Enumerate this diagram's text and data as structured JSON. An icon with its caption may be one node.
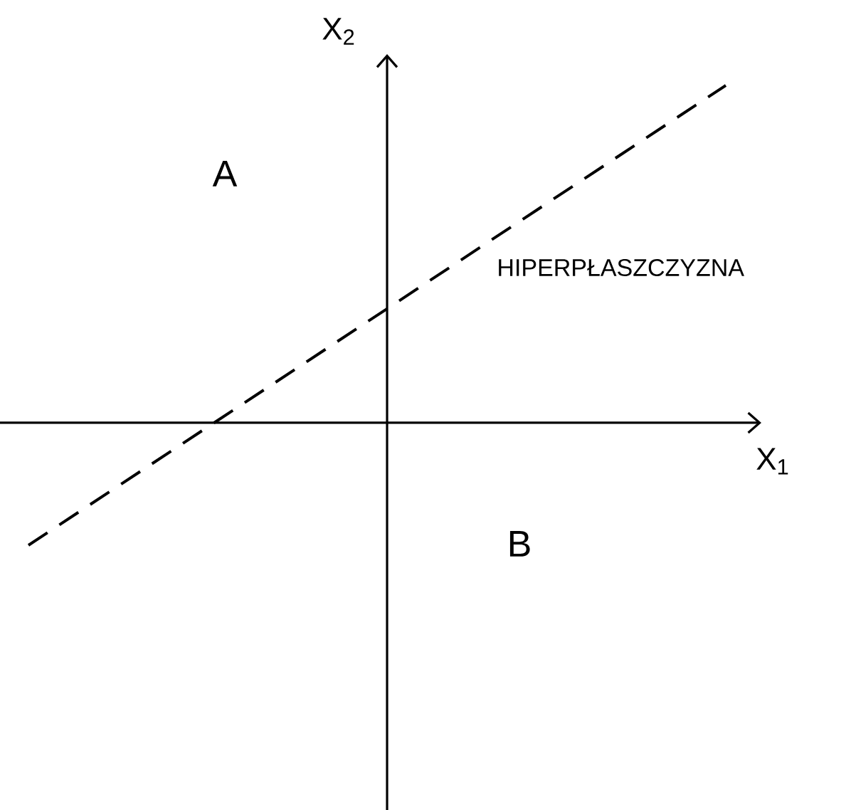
{
  "diagram": {
    "labels": [
      "X$_{2}$",
      "A",
      "HIPERPŁASZCZYZNA",
      "X$_{1}$",
      "B"
    ]
  }
}
